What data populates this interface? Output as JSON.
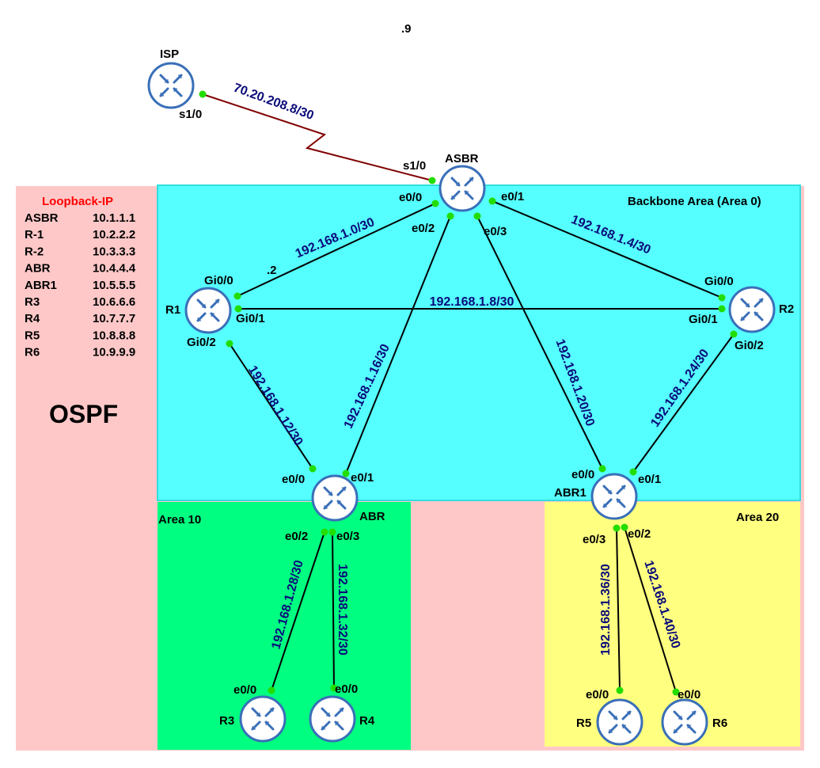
{
  "colors": {
    "ospf_region": "#ffc8c8",
    "backbone": "#55ffff",
    "area10": "#00ff80",
    "area20": "#ffff80",
    "link": "#000000",
    "serial_link": "#800000",
    "port_dot": "#22dd00",
    "network_label": "#0a0a7a",
    "loopback_title": "#ff0000",
    "router_fill": "#ffffff",
    "router_icon": "#3a6fb8"
  },
  "top_label": ".9",
  "ospf_label": "OSPF",
  "loopback": {
    "title": "Loopback-IP",
    "entries": [
      {
        "name": "ASBR",
        "ip": "10.1.1.1"
      },
      {
        "name": "R-1",
        "ip": "10.2.2.2"
      },
      {
        "name": "R-2",
        "ip": "10.3.3.3"
      },
      {
        "name": "ABR",
        "ip": "10.4.4.4"
      },
      {
        "name": "ABR1",
        "ip": "10.5.5.5"
      },
      {
        "name": "R3",
        "ip": "10.6.6.6"
      },
      {
        "name": "R4",
        "ip": "10.7.7.7"
      },
      {
        "name": "R5",
        "ip": "10.8.8.8"
      },
      {
        "name": "R6",
        "ip": "10.9.9.9"
      }
    ]
  },
  "areas": {
    "backbone": "Backbone Area (Area 0)",
    "area10": "Area 10",
    "area20": "Area 20"
  },
  "routers": [
    {
      "id": "isp",
      "label": "ISP",
      "icon": "router-icon"
    },
    {
      "id": "asbr",
      "label": "ASBR",
      "icon": "router-icon"
    },
    {
      "id": "r1",
      "label": "R1",
      "icon": "router-icon"
    },
    {
      "id": "r2",
      "label": "R2",
      "icon": "router-icon"
    },
    {
      "id": "abr",
      "label": "ABR",
      "icon": "router-icon"
    },
    {
      "id": "abr1",
      "label": "ABR1",
      "icon": "router-icon"
    },
    {
      "id": "r3",
      "label": "R3",
      "icon": "router-icon"
    },
    {
      "id": "r4",
      "label": "R4",
      "icon": "router-icon"
    },
    {
      "id": "r5",
      "label": "R5",
      "icon": "router-icon"
    },
    {
      "id": "r6",
      "label": "R6",
      "icon": "router-icon"
    }
  ],
  "links": [
    {
      "from": "isp",
      "to": "asbr",
      "network": "70.20.208.8/30",
      "type": "serial",
      "from_port": "s1/0",
      "to_port": "s1/0"
    },
    {
      "from": "asbr",
      "to": "r1",
      "network": "192.168.1.0/30",
      "from_port": "e0/0",
      "to_port": "Gi0/0",
      "host": ".2"
    },
    {
      "from": "asbr",
      "to": "r2",
      "network": "192.168.1.4/30",
      "from_port": "e0/1",
      "to_port": "Gi0/0"
    },
    {
      "from": "r1",
      "to": "r2",
      "network": "192.168.1.8/30",
      "from_port": "Gi0/1",
      "to_port": "Gi0/1"
    },
    {
      "from": "r1",
      "to": "abr",
      "network": "192.168.1.12/30",
      "from_port": "Gi0/2",
      "to_port": "e0/0"
    },
    {
      "from": "asbr",
      "to": "abr",
      "network": "192.168.1.16/30",
      "from_port": "e0/2",
      "to_port": "e0/1"
    },
    {
      "from": "asbr",
      "to": "abr1",
      "network": "192.168.1.20/30",
      "from_port": "e0/3",
      "to_port": "e0/0"
    },
    {
      "from": "r2",
      "to": "abr1",
      "network": "192.168.1.24/30",
      "from_port": "Gi0/2",
      "to_port": "e0/1"
    },
    {
      "from": "abr",
      "to": "r3",
      "network": "192.168.1.28/30",
      "from_port": "e0/2",
      "to_port": "e0/0"
    },
    {
      "from": "abr",
      "to": "r4",
      "network": "192.168.1.32/30",
      "from_port": "e0/3",
      "to_port": "e0/0"
    },
    {
      "from": "abr1",
      "to": "r5",
      "network": "192.168.1.36/30",
      "from_port": "e0/3",
      "to_port": "e0/0"
    },
    {
      "from": "abr1",
      "to": "r6",
      "network": "192.168.1.40/30",
      "from_port": "e0/2",
      "to_port": "e0/0"
    }
  ]
}
